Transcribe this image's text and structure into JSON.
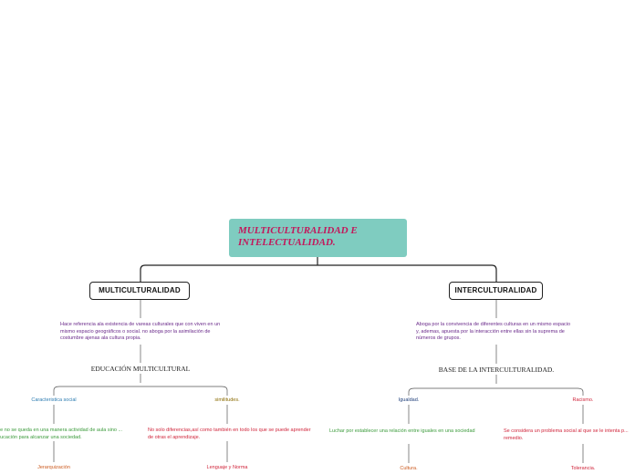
{
  "root": {
    "title": "MULTICULTURALIDAD E INTELECTUALIDAD."
  },
  "multi": {
    "label": "MULTICULTURALIDAD",
    "description": "Hace referencia ala existencia de vareas culturales que con viven en un mismo espacio geográficos o social. no aboga por la asimilación de costumbre ajenas ala cultura propia.",
    "base": "EDUCACIÓN MULTICULTURAL",
    "left": {
      "label": "Caracteristica social",
      "text": "que no se queda en una manera actividad de aula sino ... educación para alcanzar una sociedad.",
      "leaf": "Jerarquización"
    },
    "right": {
      "label": "similitudes.",
      "text": "No solo diferencias,así como también en todo los que se puede aprender de otras el aprendizaje.",
      "leaf": "Lenguaje y Norma"
    }
  },
  "inter": {
    "label": "INTERCULTURALIDAD",
    "description": "Aboga por la convivencia de diferentes culturas en un mismo espacio y, ademas, apuesta por la interacción entre ellas sin la suprema de números de grupos.",
    "base": "BASE DE LA INTERCULTURALIDAD.",
    "left": {
      "label": "Igualdad.",
      "text": "Luchar por establecer una relación entre iguales en una sociedad",
      "leaf": "Cultura."
    },
    "right": {
      "label": "Racismo.",
      "text": "Se considera un problema social al que se le intenta p... remedio.",
      "leaf": "Tolerancia."
    }
  }
}
